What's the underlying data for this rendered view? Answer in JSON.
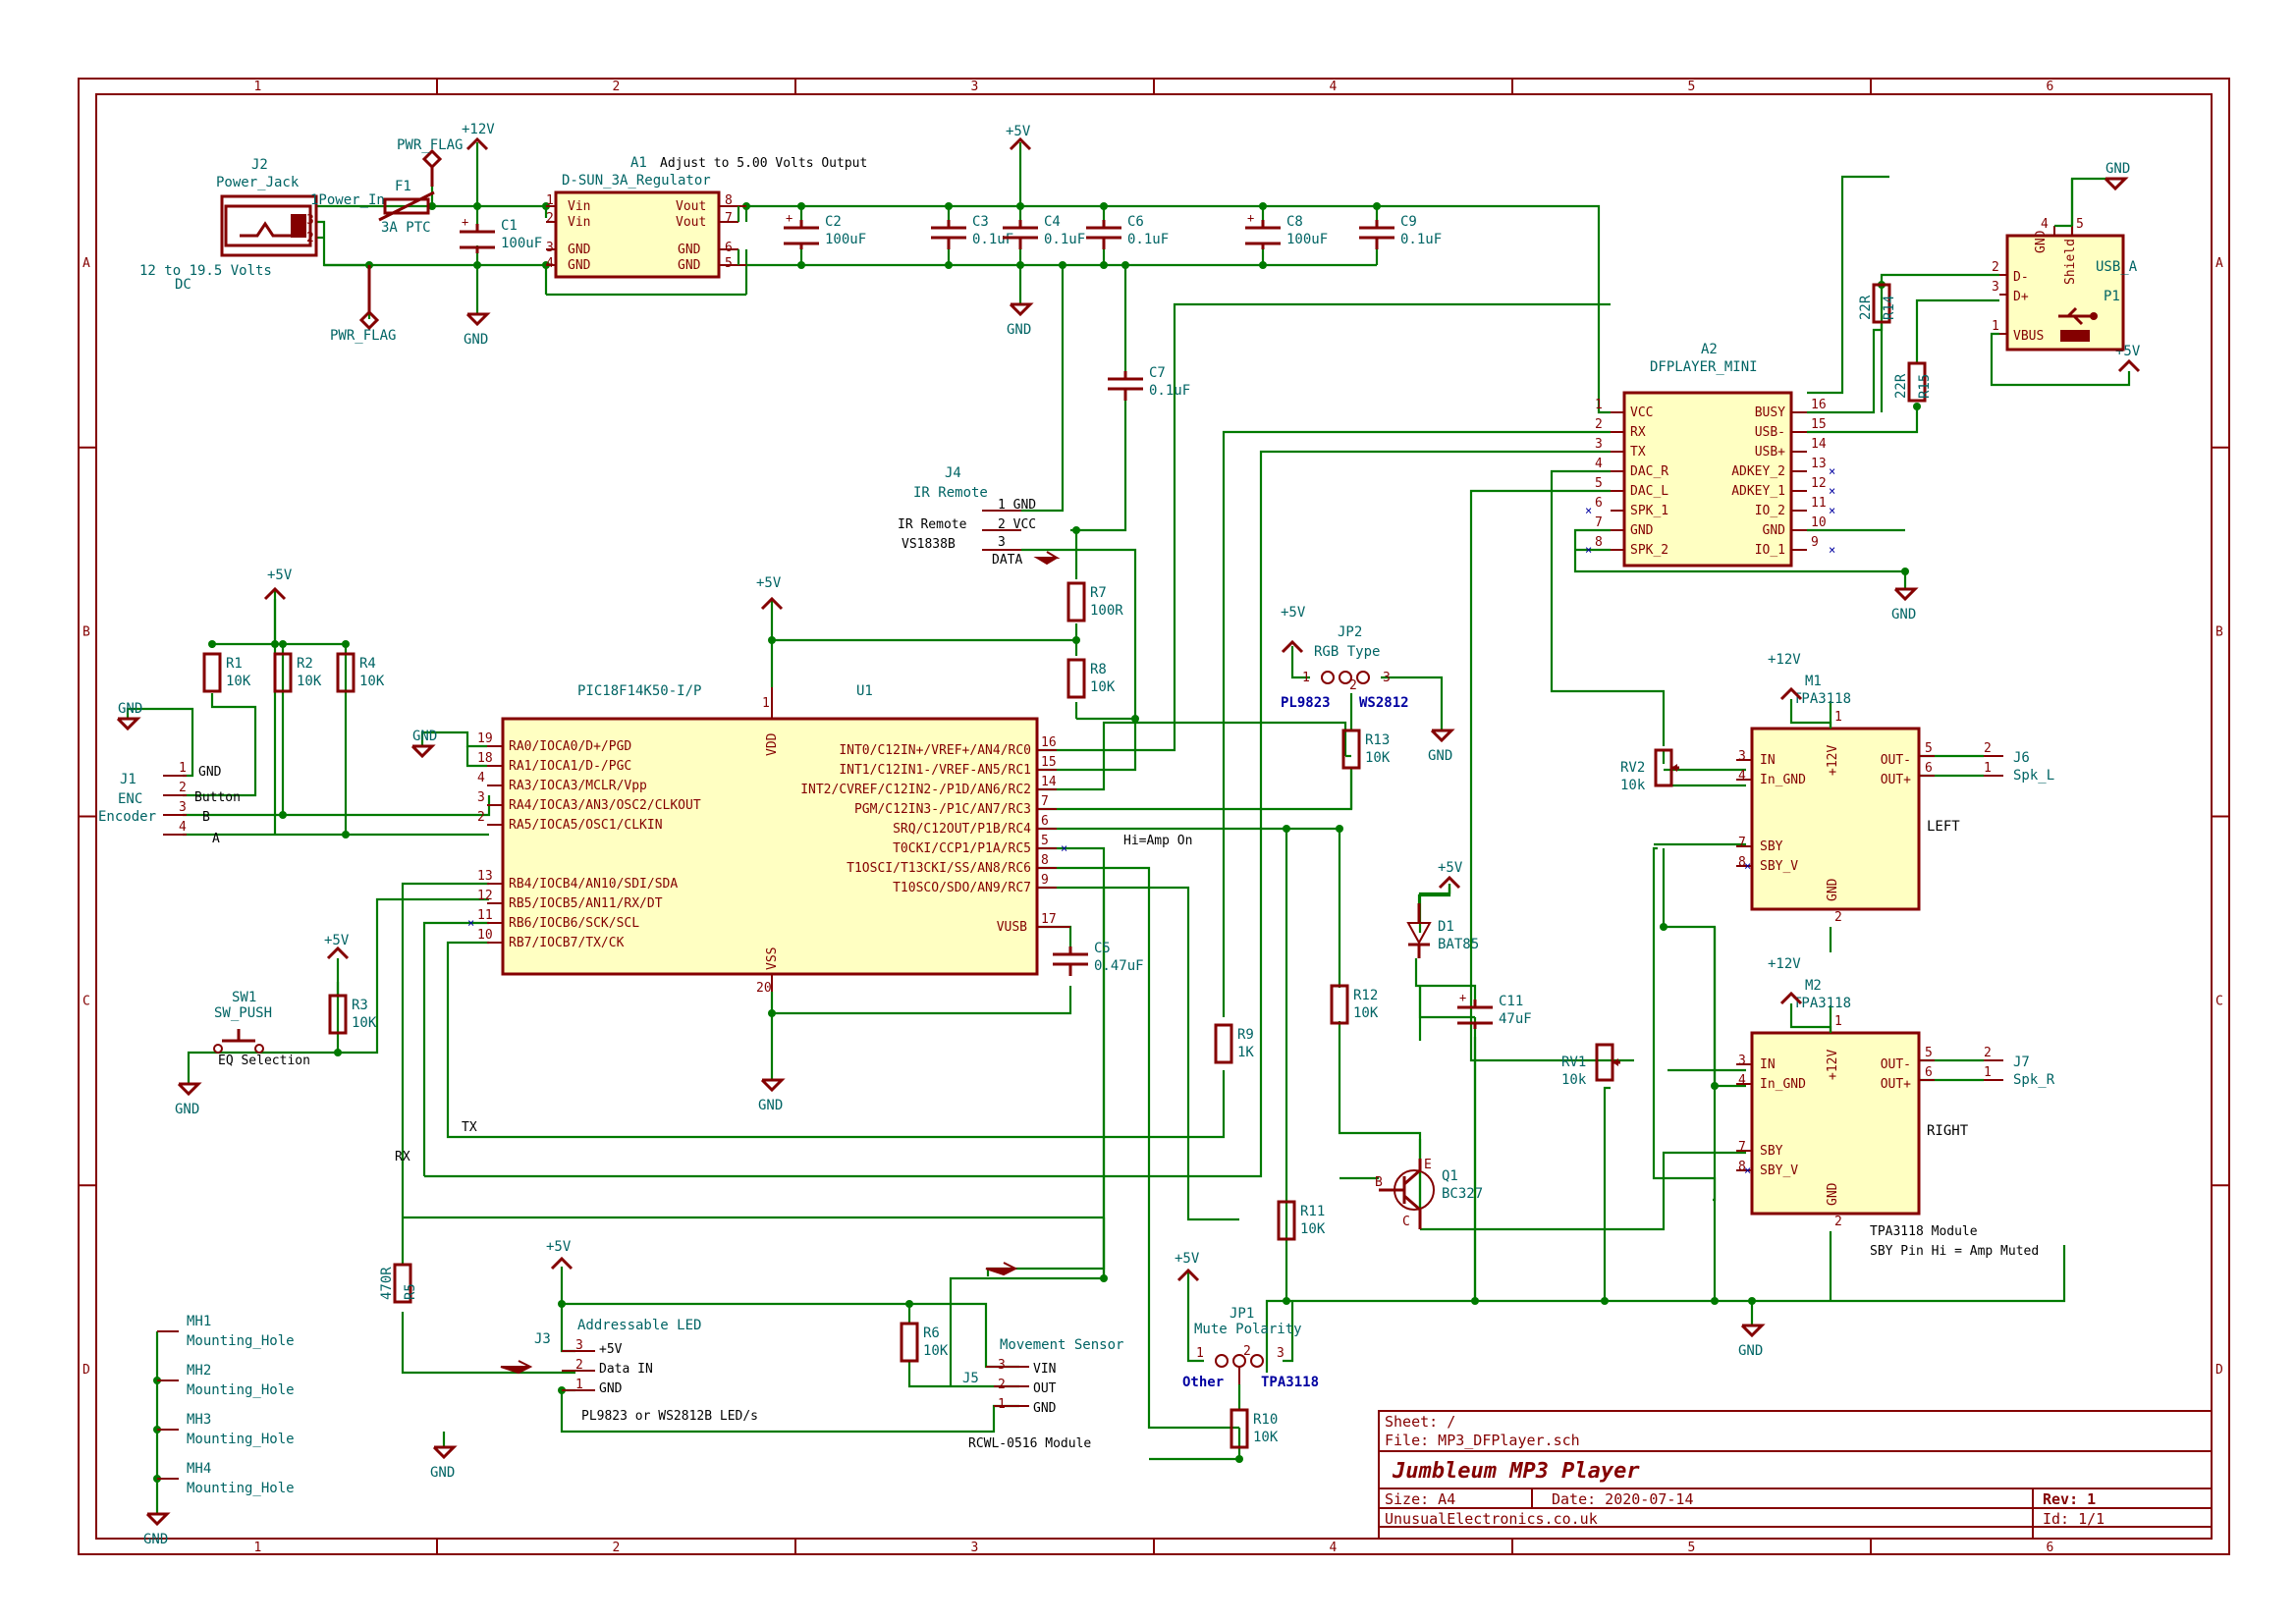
{
  "border": {
    "cols": [
      "1",
      "2",
      "3",
      "4",
      "5",
      "6"
    ],
    "rows": [
      "A",
      "B",
      "C",
      "D"
    ]
  },
  "title_block": {
    "sheet": "Sheet: /",
    "file": "File: MP3_DFPlayer.sch",
    "title": "Jumbleum MP3 Player",
    "size": "Size: A4",
    "date": "Date: 2020-07-14",
    "rev": "Rev: 1",
    "company": "UnusualElectronics.co.uk",
    "id": "Id: 1/1"
  },
  "power": {
    "jack_ref": "J2",
    "jack_val": "Power_Jack",
    "jack_note1": "12 to 19.5 Volts",
    "jack_note2": "DC",
    "jack_pin1": "1Power_In",
    "pwr_flag": "PWR_FLAG",
    "fuse_ref": "F1",
    "fuse_val": "3A PTC",
    "p12v": "+12V",
    "p5v": "+5V",
    "gnd": "GND",
    "reg_ref": "A1",
    "reg_note": "Adjust to 5.00 Volts Output",
    "reg_val": "D-SUN_3A_Regulator",
    "reg_pins": [
      "Vin",
      "Vin",
      "GND",
      "GND",
      "Vout",
      "Vout",
      "GND",
      "GND"
    ],
    "caps": [
      {
        "ref": "C1",
        "val": "100uF"
      },
      {
        "ref": "C2",
        "val": "100uF"
      },
      {
        "ref": "C3",
        "val": "0.1uF"
      },
      {
        "ref": "C4",
        "val": "0.1uF"
      },
      {
        "ref": "C6",
        "val": "0.1uF"
      },
      {
        "ref": "C8",
        "val": "100uF"
      },
      {
        "ref": "C9",
        "val": "0.1uF"
      },
      {
        "ref": "C7",
        "val": "0.1uF"
      },
      {
        "ref": "C5",
        "val": "0.47uF"
      },
      {
        "ref": "C11",
        "val": "47uF"
      }
    ]
  },
  "usb": {
    "ref": "P1",
    "val": "USB_A",
    "pins": [
      "GND",
      "Shield",
      "D-",
      "D+",
      "VBUS"
    ],
    "r14": "R14",
    "r14v": "22R",
    "r15": "R15",
    "r15v": "22R"
  },
  "dfplayer": {
    "ref": "A2",
    "val": "DFPLAYER_MINI",
    "left": [
      "VCC",
      "RX",
      "TX",
      "DAC_R",
      "DAC_L",
      "SPK_1",
      "GND",
      "SPK_2"
    ],
    "right": [
      "BUSY",
      "USB-",
      "USB+",
      "ADKEY_2",
      "ADKEY_1",
      "IO_2",
      "GND",
      "IO_1"
    ]
  },
  "ir": {
    "ref": "J4",
    "val": "IR Remote",
    "title2": "IR Remote",
    "part": "VS1838B",
    "pins": [
      "1 GND",
      "2 VCC",
      "3"
    ],
    "data": "DATA",
    "r7": "R7",
    "r7v": "100R",
    "r8": "R8",
    "r8v": "10K"
  },
  "mcu": {
    "ref": "U1",
    "val": "PIC18F14K50-I/P",
    "vdd": "VDD",
    "vss": "VSS",
    "left": [
      "RA0/IOCA0/D+/PGD",
      "RA1/IOCA1/D-/PGC",
      "RA3/IOCA3/MCLR/Vpp",
      "RA4/IOCA3/AN3/OSC2/CLKOUT",
      "RA5/IOCA5/OSC1/CLKIN",
      "RB4/IOCB4/AN10/SDI/SDA",
      "RB5/IOCB5/AN11/RX/DT",
      "RB6/IOCB6/SCK/SCL",
      "RB7/IOCB7/TX/CK"
    ],
    "right": [
      "INT0/C12IN+/VREF+/AN4/RC0",
      "INT1/C12IN1-/VREF-AN5/RC1",
      "INT2/CVREF/C12IN2-/P1D/AN6/RC2",
      "PGM/C12IN3-/P1C/AN7/RC3",
      "SRQ/C12OUT/P1B/RC4",
      "T0CKI/CCP1/P1A/RC5",
      "T1OSCI/T13CKI/SS/AN8/RC6",
      "T10SCO/SDO/AN9/RC7",
      "VUSB"
    ]
  },
  "encoder": {
    "ref": "J1",
    "val": "ENC",
    "val2": "Encoder",
    "pins": [
      "GND",
      "Button",
      "B",
      "A"
    ],
    "r1": "R1",
    "r2": "R2",
    "r4": "R4",
    "rv": "10K"
  },
  "sw": {
    "ref": "SW1",
    "val": "SW_PUSH",
    "note": "EQ Selection",
    "r3": "R3",
    "r3v": "10K"
  },
  "led": {
    "ref": "J3",
    "title": "Addressable LED",
    "pins": [
      "+5V",
      "Data IN",
      "GND"
    ],
    "note": "PL9823 or WS2812B LED/s",
    "r5": "R5",
    "r5v": "470R"
  },
  "sensor": {
    "ref": "J5",
    "title": "Movement Sensor",
    "pins": [
      "VIN",
      "OUT",
      "GND"
    ],
    "note": "RCWL-0516 Module",
    "r6": "R6",
    "r6v": "10K"
  },
  "jp1": {
    "ref": "JP1",
    "val": "Mute Polarity",
    "left": "Other",
    "right": "TPA3118",
    "r10": "R10",
    "r10v": "10K",
    "r11": "R11",
    "r11v": "10K"
  },
  "jp2": {
    "ref": "JP2",
    "val": "RGB Type",
    "left": "PL9823",
    "right": "WS2812",
    "r13": "R13",
    "r13v": "10K"
  },
  "amp_ctrl": {
    "note": "Hi=Amp On",
    "r9": "R9",
    "r9v": "1K",
    "r12": "R12",
    "r12v": "10K",
    "q1": "Q1",
    "q1v": "BC327",
    "d1": "D1",
    "d1v": "BAT85",
    "tx": "TX",
    "rx": "RX"
  },
  "amps": [
    {
      "ref": "M1",
      "val": "TPA3118",
      "label": "LEFT",
      "rv": "RV2",
      "rvv": "10k",
      "conn": "J6",
      "connv": "Spk_L"
    },
    {
      "ref": "M2",
      "val": "TPA3118",
      "label": "RIGHT",
      "rv": "RV1",
      "rvv": "10k",
      "conn": "J7",
      "connv": "Spk_R"
    }
  ],
  "amp_pins": {
    "in": "IN",
    "in_gnd": "In_GND",
    "sby": "SBY",
    "sby_v": "SBY_V",
    "v12": "+12V",
    "outm": "OUT-",
    "outp": "OUT+",
    "gnd": "GND"
  },
  "amp_note1": "TPA3118 Module",
  "amp_note2": "SBY Pin Hi = Amp Muted",
  "mounting": [
    {
      "ref": "MH1",
      "val": "Mounting_Hole"
    },
    {
      "ref": "MH2",
      "val": "Mounting_Hole"
    },
    {
      "ref": "MH3",
      "val": "Mounting_Hole"
    },
    {
      "ref": "MH4",
      "val": "Mounting_Hole"
    }
  ]
}
